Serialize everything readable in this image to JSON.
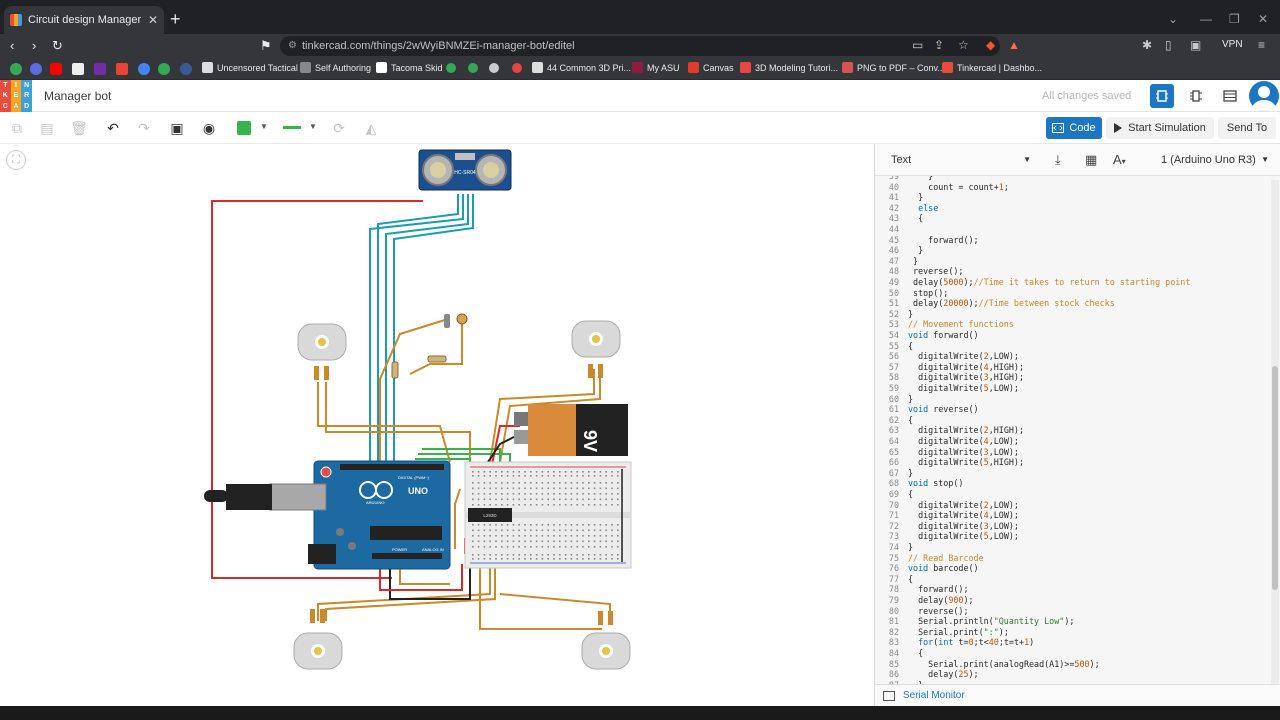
{
  "browser": {
    "tab_title": "Circuit design Manager bot | Tin",
    "tab_close": "✕",
    "new_tab": "+",
    "url": "tinkercad.com/things/2wWyiBNMZEi-manager-bot/editel",
    "vpn": "VPN"
  },
  "bookmarks": [
    {
      "label": "Uncensored Tactical"
    },
    {
      "label": "Self Authoring"
    },
    {
      "label": "Tacoma Skid"
    },
    {
      "label": "44 Common 3D Pri..."
    },
    {
      "label": "My ASU"
    },
    {
      "label": "Canvas"
    },
    {
      "label": "3D Modeling Tutori..."
    },
    {
      "label": "PNG to PDF – Conv..."
    },
    {
      "label": "Tinkercad | Dashbo..."
    }
  ],
  "header": {
    "logo_letters": [
      "T",
      "I",
      "N",
      "K",
      "E",
      "R",
      "C",
      "A",
      "D"
    ],
    "logo_colors": [
      "#e94c3d",
      "#f5a623",
      "#3d9fdb",
      "#e94c3d",
      "#f5a623",
      "#3d9fdb",
      "#e94c3d",
      "#f5a623",
      "#3d9fdb"
    ],
    "project_name": "Manager bot",
    "save_status": "All changes saved"
  },
  "toolbar": {
    "code_label": "Code",
    "start_sim_label": "Start Simulation",
    "send_to_label": "Send To",
    "accent": "#1c77c3"
  },
  "code_panel": {
    "mode": "Text",
    "board": "1 (Arduino Uno R3)",
    "serial_monitor": "Serial Monitor",
    "lines": [
      {
        "n": "39",
        "segs": [
          {
            "t": "    }",
            "c": ""
          }
        ]
      },
      {
        "n": "40",
        "segs": [
          {
            "t": "    count = count+",
            "c": ""
          },
          {
            "t": "1",
            "c": "num"
          },
          {
            "t": ";",
            "c": ""
          }
        ]
      },
      {
        "n": "41",
        "segs": [
          {
            "t": "  }",
            "c": ""
          }
        ]
      },
      {
        "n": "42",
        "segs": [
          {
            "t": "  ",
            "c": ""
          },
          {
            "t": "else",
            "c": "kw"
          }
        ]
      },
      {
        "n": "43",
        "segs": [
          {
            "t": "  {",
            "c": ""
          }
        ]
      },
      {
        "n": "44",
        "segs": [
          {
            "t": "",
            "c": ""
          }
        ]
      },
      {
        "n": "45",
        "segs": [
          {
            "t": "    forward();",
            "c": ""
          }
        ]
      },
      {
        "n": "46",
        "segs": [
          {
            "t": "  }",
            "c": ""
          }
        ]
      },
      {
        "n": "47",
        "segs": [
          {
            "t": " }",
            "c": ""
          }
        ]
      },
      {
        "n": "48",
        "segs": [
          {
            "t": " reverse();",
            "c": ""
          }
        ]
      },
      {
        "n": "49",
        "segs": [
          {
            "t": " delay(",
            "c": ""
          },
          {
            "t": "5000",
            "c": "num"
          },
          {
            "t": ");",
            "c": ""
          },
          {
            "t": "//Time it takes to return to starting point",
            "c": "cm"
          }
        ]
      },
      {
        "n": "50",
        "segs": [
          {
            "t": " stop();",
            "c": ""
          }
        ]
      },
      {
        "n": "51",
        "segs": [
          {
            "t": " delay(",
            "c": ""
          },
          {
            "t": "20000",
            "c": "num"
          },
          {
            "t": ");",
            "c": ""
          },
          {
            "t": "//Time between stock checks",
            "c": "cm"
          }
        ]
      },
      {
        "n": "52",
        "segs": [
          {
            "t": "}",
            "c": ""
          }
        ]
      },
      {
        "n": "53",
        "segs": [
          {
            "t": "// Movement functions",
            "c": "cm"
          }
        ]
      },
      {
        "n": "54",
        "segs": [
          {
            "t": "void",
            "c": "kw"
          },
          {
            "t": " forward()",
            "c": ""
          }
        ]
      },
      {
        "n": "55",
        "segs": [
          {
            "t": "{",
            "c": ""
          }
        ]
      },
      {
        "n": "56",
        "segs": [
          {
            "t": "  digitalWrite(",
            "c": ""
          },
          {
            "t": "2",
            "c": "num"
          },
          {
            "t": ",LOW);",
            "c": ""
          }
        ]
      },
      {
        "n": "57",
        "segs": [
          {
            "t": "  digitalWrite(",
            "c": ""
          },
          {
            "t": "4",
            "c": "num"
          },
          {
            "t": ",HIGH);",
            "c": ""
          }
        ]
      },
      {
        "n": "58",
        "segs": [
          {
            "t": "  digitalWrite(",
            "c": ""
          },
          {
            "t": "3",
            "c": "num"
          },
          {
            "t": ",HIGH);",
            "c": ""
          }
        ]
      },
      {
        "n": "59",
        "segs": [
          {
            "t": "  digitalWrite(",
            "c": ""
          },
          {
            "t": "5",
            "c": "num"
          },
          {
            "t": ",LOW);",
            "c": ""
          }
        ]
      },
      {
        "n": "60",
        "segs": [
          {
            "t": "}",
            "c": ""
          }
        ]
      },
      {
        "n": "61",
        "segs": [
          {
            "t": "void",
            "c": "kw"
          },
          {
            "t": " reverse()",
            "c": ""
          }
        ]
      },
      {
        "n": "62",
        "segs": [
          {
            "t": "{",
            "c": ""
          }
        ]
      },
      {
        "n": "63",
        "segs": [
          {
            "t": "  digitalWrite(",
            "c": ""
          },
          {
            "t": "2",
            "c": "num"
          },
          {
            "t": ",HIGH);",
            "c": ""
          }
        ]
      },
      {
        "n": "64",
        "segs": [
          {
            "t": "  digitalWrite(",
            "c": ""
          },
          {
            "t": "4",
            "c": "num"
          },
          {
            "t": ",LOW);",
            "c": ""
          }
        ]
      },
      {
        "n": "65",
        "segs": [
          {
            "t": "  digitalWrite(",
            "c": ""
          },
          {
            "t": "3",
            "c": "num"
          },
          {
            "t": ",LOW);",
            "c": ""
          }
        ]
      },
      {
        "n": "66",
        "segs": [
          {
            "t": "  digitalWrite(",
            "c": ""
          },
          {
            "t": "5",
            "c": "num"
          },
          {
            "t": ",HIGH);",
            "c": ""
          }
        ]
      },
      {
        "n": "67",
        "segs": [
          {
            "t": "}",
            "c": ""
          }
        ]
      },
      {
        "n": "68",
        "segs": [
          {
            "t": "void",
            "c": "kw"
          },
          {
            "t": " stop()",
            "c": ""
          }
        ]
      },
      {
        "n": "69",
        "segs": [
          {
            "t": "{",
            "c": ""
          }
        ]
      },
      {
        "n": "70",
        "segs": [
          {
            "t": "  digitalWrite(",
            "c": ""
          },
          {
            "t": "2",
            "c": "num"
          },
          {
            "t": ",LOW);",
            "c": ""
          }
        ]
      },
      {
        "n": "71",
        "segs": [
          {
            "t": "  digitalWrite(",
            "c": ""
          },
          {
            "t": "4",
            "c": "num"
          },
          {
            "t": ",LOW);",
            "c": ""
          }
        ]
      },
      {
        "n": "72",
        "segs": [
          {
            "t": "  digitalWrite(",
            "c": ""
          },
          {
            "t": "3",
            "c": "num"
          },
          {
            "t": ",LOW);",
            "c": ""
          }
        ]
      },
      {
        "n": "73",
        "segs": [
          {
            "t": "  digitalWrite(",
            "c": ""
          },
          {
            "t": "5",
            "c": "num"
          },
          {
            "t": ",LOW);",
            "c": ""
          }
        ]
      },
      {
        "n": "74",
        "segs": [
          {
            "t": "}",
            "c": ""
          }
        ]
      },
      {
        "n": "75",
        "segs": [
          {
            "t": "// Read Barcode",
            "c": "cm"
          }
        ]
      },
      {
        "n": "76",
        "segs": [
          {
            "t": "void",
            "c": "kw"
          },
          {
            "t": " barcode()",
            "c": ""
          }
        ]
      },
      {
        "n": "77",
        "segs": [
          {
            "t": "{",
            "c": ""
          }
        ]
      },
      {
        "n": "78",
        "segs": [
          {
            "t": "  forward();",
            "c": ""
          }
        ]
      },
      {
        "n": "79",
        "segs": [
          {
            "t": "  delay(",
            "c": ""
          },
          {
            "t": "900",
            "c": "num"
          },
          {
            "t": ");",
            "c": ""
          }
        ]
      },
      {
        "n": "80",
        "segs": [
          {
            "t": "  reverse();",
            "c": ""
          }
        ]
      },
      {
        "n": "81",
        "segs": [
          {
            "t": "  Serial.println(",
            "c": ""
          },
          {
            "t": "\"Quantity Low\"",
            "c": "str"
          },
          {
            "t": ");",
            "c": ""
          }
        ]
      },
      {
        "n": "82",
        "segs": [
          {
            "t": "  Serial.print(",
            "c": ""
          },
          {
            "t": "\":\"",
            "c": "str"
          },
          {
            "t": ");",
            "c": ""
          }
        ]
      },
      {
        "n": "83",
        "segs": [
          {
            "t": "  ",
            "c": ""
          },
          {
            "t": "for",
            "c": "kw"
          },
          {
            "t": "(",
            "c": ""
          },
          {
            "t": "int",
            "c": "kw"
          },
          {
            "t": " t=",
            "c": ""
          },
          {
            "t": "0",
            "c": "num"
          },
          {
            "t": ";t<",
            "c": ""
          },
          {
            "t": "40",
            "c": "num"
          },
          {
            "t": ";t=t+",
            "c": ""
          },
          {
            "t": "1",
            "c": "num"
          },
          {
            "t": ")",
            "c": ""
          }
        ]
      },
      {
        "n": "84",
        "segs": [
          {
            "t": "  {",
            "c": ""
          }
        ]
      },
      {
        "n": "85",
        "segs": [
          {
            "t": "    Serial.print(analogRead(A1)>=",
            "c": ""
          },
          {
            "t": "500",
            "c": "num"
          },
          {
            "t": ");",
            "c": ""
          }
        ]
      },
      {
        "n": "86",
        "segs": [
          {
            "t": "    delay(",
            "c": ""
          },
          {
            "t": "25",
            "c": "num"
          },
          {
            "t": ");",
            "c": ""
          }
        ]
      },
      {
        "n": "87",
        "segs": [
          {
            "t": "  }",
            "c": ""
          }
        ]
      }
    ]
  },
  "circuit": {
    "sensor_label": "HC-SR04",
    "battery_label": "9V",
    "arduino_label": "UNO",
    "arduino_brand": "ARDUINO",
    "digital_label": "DIGITAL (PWM~)",
    "power_label": "POWER",
    "analog_label": "ANALOG IN",
    "chip_label": "L293D"
  }
}
